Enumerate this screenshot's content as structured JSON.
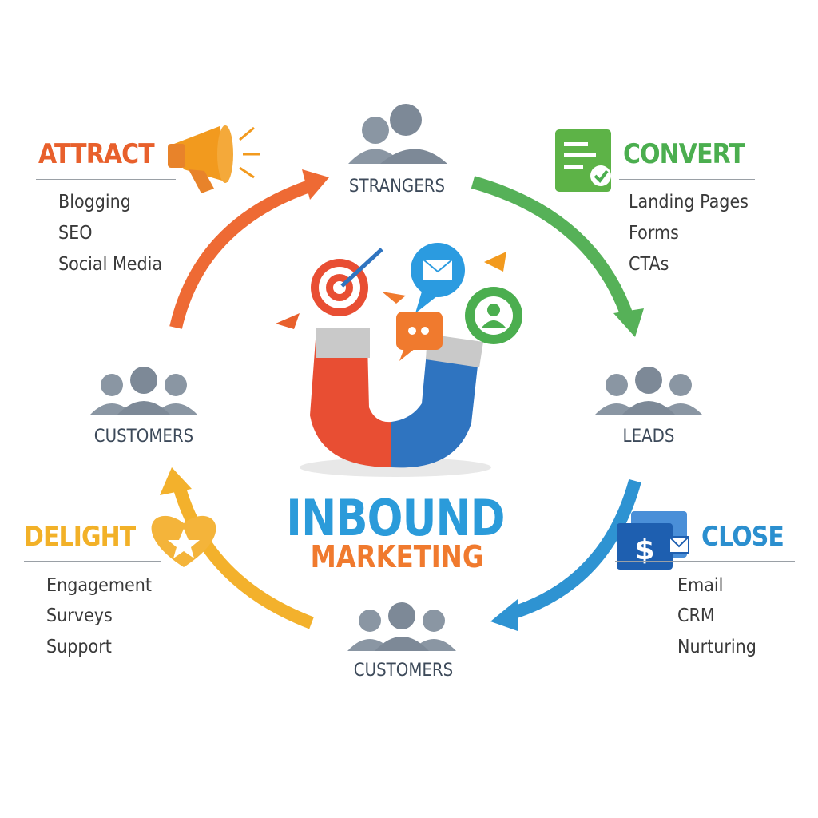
{
  "stages": {
    "attract": {
      "title": "ATTRACT",
      "items": [
        "Blogging",
        "SEO",
        "Social Media"
      ],
      "color": "#E8602C"
    },
    "convert": {
      "title": "CONVERT",
      "items": [
        "Landing Pages",
        "Forms",
        "CTAs"
      ],
      "color": "#4BAE4F"
    },
    "close": {
      "title": "CLOSE",
      "items": [
        "Email",
        "CRM",
        "Nurturing"
      ],
      "color": "#2B8FCF"
    },
    "delight": {
      "title": "DELIGHT",
      "items": [
        "Engagement",
        "Surveys",
        "Support"
      ],
      "color": "#F2B128"
    }
  },
  "nodes": {
    "strangers": "STRANGERS",
    "leads": "LEADS",
    "customers_bottom": "CUSTOMERS",
    "customers_left": "CUSTOMERS"
  },
  "center": {
    "title": "INBOUND",
    "subtitle": "MARKETING"
  }
}
